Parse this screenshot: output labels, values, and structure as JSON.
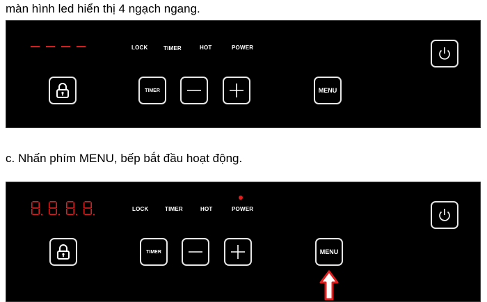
{
  "captions": {
    "top": "màn hình led hiển thị 4 ngạch ngang.",
    "middle": "c. Nhấn phím MENU, bếp bắt đầu hoạt động."
  },
  "panel1": {
    "display": {
      "state": "dashes",
      "digits": 4
    },
    "indicators": {
      "lock": "LOCK",
      "timer": "TIMER",
      "hot": "HOT",
      "power": "POWER"
    },
    "buttons": {
      "lock_icon": "lock-icon",
      "timer": "TIMER",
      "minus": "minus-icon",
      "plus": "plus-icon",
      "menu": "MENU",
      "power_icon": "power-icon"
    }
  },
  "panel2": {
    "display": {
      "state": "eights",
      "digits": 4,
      "text": "8.8.8.8."
    },
    "indicators": {
      "lock": "LOCK",
      "timer": "TIMER",
      "hot": "HOT",
      "power": "POWER",
      "power_led": "on"
    },
    "buttons": {
      "lock_icon": "lock-icon",
      "timer": "TIMER",
      "minus": "minus-icon",
      "plus": "plus-icon",
      "menu": "MENU",
      "power_icon": "power-icon"
    },
    "highlight": {
      "target": "MENU",
      "icon": "up-arrow-icon"
    }
  },
  "colors": {
    "panel": "#000000",
    "led_red": "#d52020",
    "button_border": "#e6e6e6",
    "arrow_red": "#e02020"
  }
}
